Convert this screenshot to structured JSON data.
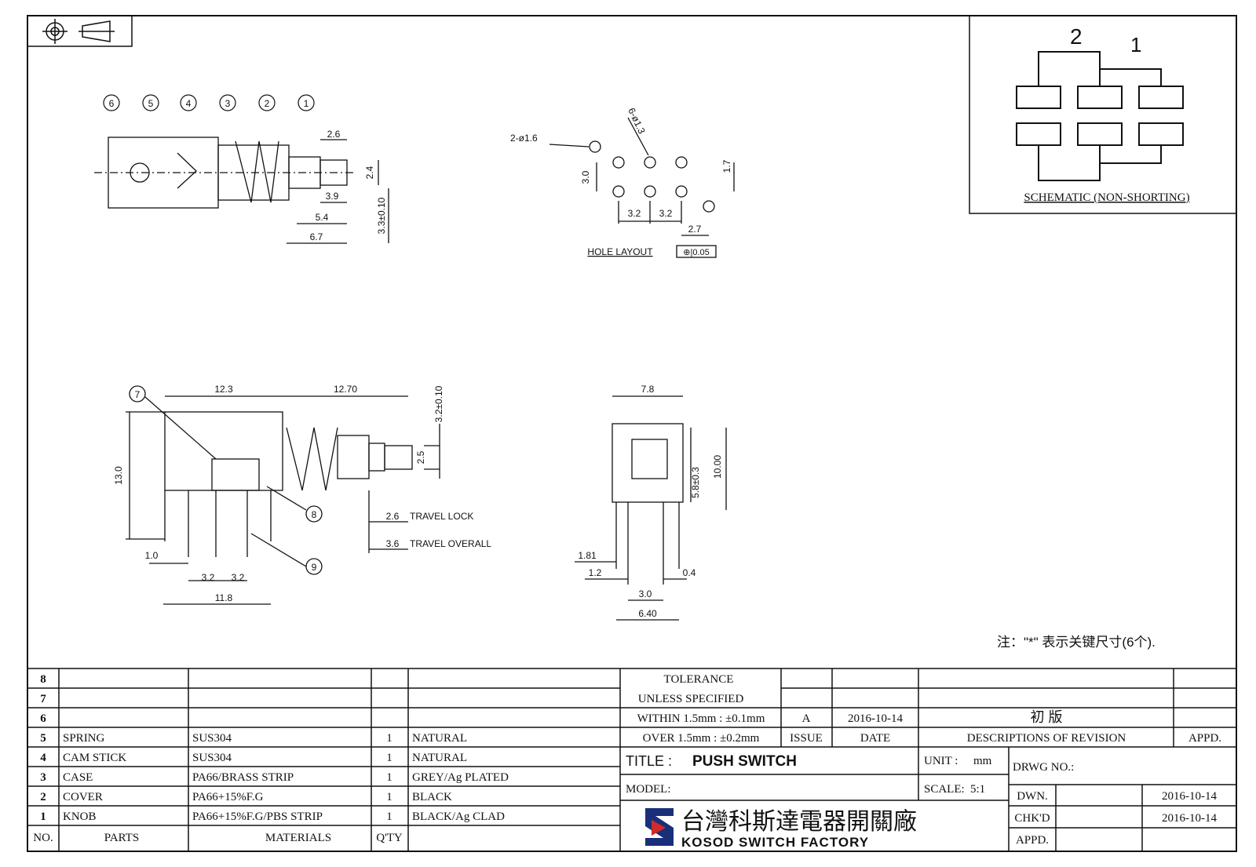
{
  "schematic": {
    "pin2": "2",
    "pin1": "1",
    "caption": "SCHEMATIC (NON-SHORTING)"
  },
  "top_view": {
    "balloons": [
      "6",
      "5",
      "4",
      "3",
      "2",
      "1"
    ],
    "d_2_6": "2.6",
    "d_2_4": "2.4",
    "d_3_9": "3.9",
    "d_5_4": "5.4",
    "d_6_7": "6.7",
    "d_3_3": "3.3±0.10"
  },
  "hole_layout": {
    "hole_a": "2-ø1.6",
    "hole_b": "6-ø1.3",
    "d_3_0": "3.0",
    "d_1_7": "1.7",
    "d_3_2a": "3.2",
    "d_3_2b": "3.2",
    "d_2_7": "2.7",
    "caption": "HOLE LAYOUT",
    "tol": "⊕|0.05"
  },
  "side_view": {
    "balloon7": "7",
    "balloon8": "8",
    "balloon9": "9",
    "d_12_3": "12.3",
    "d_12_70": "12.70",
    "d_3_2": "3.2±0.10",
    "d_2_5": "2.5",
    "d_13_0": "13.0",
    "d_2_6": "2.6",
    "travel_lock": "TRAVEL LOCK",
    "d_3_6": "3.6",
    "travel_overall": "TRAVEL OVERALL",
    "d_1_0": "1.0",
    "d_3_2a": "3.2",
    "d_3_2b": "3.2",
    "d_11_8": "11.8"
  },
  "front_view": {
    "d_7_8": "7.8",
    "d_10_00": "10.00",
    "d_5_8": "5.8±0.3",
    "d_1_81": "1.81",
    "d_1_2": "1.2",
    "d_0_4": "0.4",
    "d_3_0": "3.0",
    "d_6_40": "6.40"
  },
  "note": "注：\"*\"  表示关键尺寸(6个).",
  "parts_list": {
    "rows": [
      {
        "no": "8",
        "part": "",
        "material": "",
        "qty": "",
        "finish": ""
      },
      {
        "no": "7",
        "part": "",
        "material": "",
        "qty": "",
        "finish": ""
      },
      {
        "no": "6",
        "part": "",
        "material": "",
        "qty": "",
        "finish": ""
      },
      {
        "no": "5",
        "part": "SPRING",
        "material": "SUS304",
        "qty": "1",
        "finish": "NATURAL"
      },
      {
        "no": "4",
        "part": "CAM STICK",
        "material": "SUS304",
        "qty": "1",
        "finish": "NATURAL"
      },
      {
        "no": "3",
        "part": "CASE",
        "material": "PA66/BRASS STRIP",
        "qty": "1",
        "finish": "GREY/Ag PLATED"
      },
      {
        "no": "2",
        "part": "COVER",
        "material": "PA66+15%F.G",
        "qty": "1",
        "finish": "BLACK"
      },
      {
        "no": "1",
        "part": "KNOB",
        "material": "PA66+15%F.G/PBS STRIP",
        "qty": "1",
        "finish": "BLACK/Ag CLAD"
      }
    ],
    "header_no": "NO.",
    "header_parts": "PARTS",
    "header_materials": "MATERIALS",
    "header_qty": "Q'TY"
  },
  "title_block": {
    "tol_line1": "TOLERANCE",
    "tol_line2": "UNLESS  SPECIFIED",
    "tol_line3": "WITHIN 1.5mm : ±0.1mm",
    "tol_line4": "OVER 1.5mm : ±0.2mm",
    "issue": "A",
    "issue_date": "2016-10-14",
    "revision_desc": "初  版",
    "hdr_issue": "ISSUE",
    "hdr_date": "DATE",
    "hdr_desc": "DESCRIPTIONS OF REVISION",
    "hdr_appd": "APPD.",
    "title_label": "TITLE :",
    "title_value": "PUSH SWITCH",
    "unit_label": "UNIT :",
    "unit_value": "mm",
    "drwg_label": "DRWG NO.:",
    "model_label": "MODEL:",
    "scale_label": "SCALE:",
    "scale_value": "5:1",
    "dwn_label": "DWN.",
    "dwn_date": "2016-10-14",
    "chkd_label": "CHK'D",
    "chkd_date": "2016-10-14",
    "appd_label": "APPD.",
    "company_cn": "台灣科斯達電器開關廠",
    "company_en": "KOSOD SWITCH FACTORY"
  }
}
